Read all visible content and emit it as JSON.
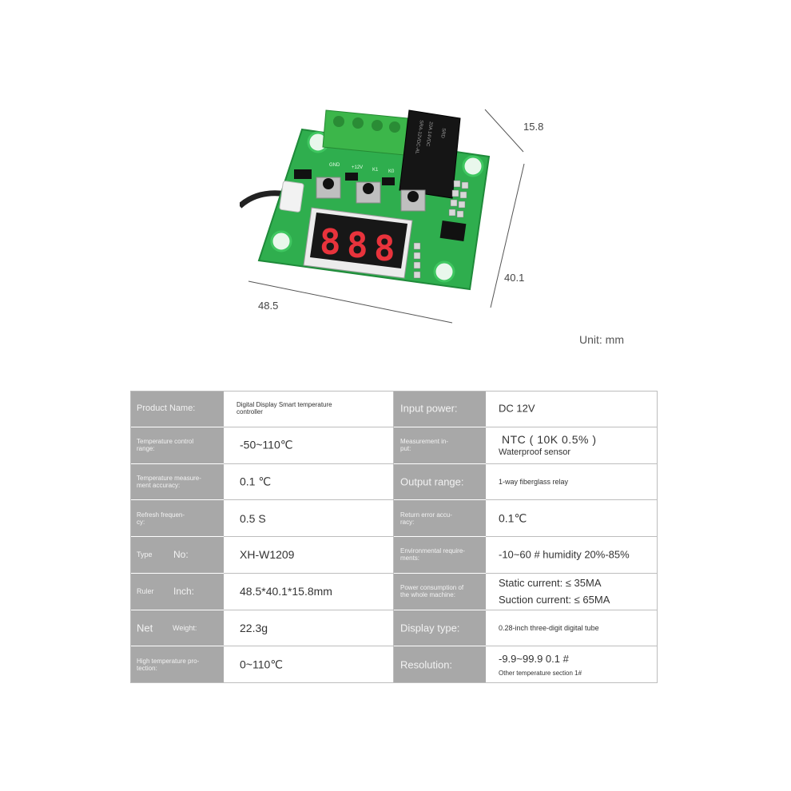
{
  "dimensions": {
    "height": "15.8",
    "depth": "40.1",
    "width": "48.5",
    "unit": "Unit: mm"
  },
  "board": {
    "relay_text_1": "SRA-12VDC-AL",
    "relay_text_2": "20A 14VDC",
    "relay_text_3": "SRD",
    "pin_labels": [
      "GND",
      "+12V",
      "K1",
      "K0"
    ],
    "display_digits": [
      "8",
      "8",
      "8"
    ],
    "display_color": "#e8333c",
    "pcb_color": "#2fae4e"
  },
  "spec": {
    "rows": [
      {
        "l1": [
          "Product Name:"
        ],
        "v1": [
          "Digital Display Smart temperature",
          "controller"
        ],
        "l2": [
          "Input power:"
        ],
        "v2": [
          "DC 12V"
        ]
      },
      {
        "l1": [
          "Temperature control",
          "range:"
        ],
        "v1": [
          "-50~110℃"
        ],
        "l2": [
          "Measurement in-",
          "put:"
        ],
        "v2": [
          "NTC ( 10K 0.5% )",
          "Waterproof sensor"
        ]
      },
      {
        "l1": [
          "Temperature measure-",
          "ment accuracy:"
        ],
        "v1": [
          "0.1 ℃"
        ],
        "l2": [
          "Output range:"
        ],
        "v2": [
          "1-way fiberglass relay"
        ]
      },
      {
        "l1": [
          "Refresh frequen-",
          "cy:"
        ],
        "v1": [
          "0.5 S"
        ],
        "l2": [
          "Return error accu-",
          "racy:"
        ],
        "v2": [
          "0.1℃"
        ]
      },
      {
        "l1": [
          "Type",
          "No:"
        ],
        "v1": [
          "XH-W1209"
        ],
        "l2": [
          "Environmental require-",
          "ments:"
        ],
        "v2": [
          "-10~60 # humidity 20%-85%"
        ]
      },
      {
        "l1": [
          "Ruler",
          "Inch:"
        ],
        "v1": [
          "48.5*40.1*15.8mm"
        ],
        "l2": [
          "Power consumption of",
          "the whole machine:"
        ],
        "v2": [
          "Static current: ≤ 35MA",
          "Suction current: ≤ 65MA"
        ]
      },
      {
        "l1": [
          "Net",
          "Weight:"
        ],
        "v1": [
          "22.3g"
        ],
        "l2": [
          "Display type:"
        ],
        "v2": [
          "0.28-inch three-digit digital tube"
        ]
      },
      {
        "l1": [
          "High temperature pro-",
          "tection:"
        ],
        "v1": [
          "0~110℃"
        ],
        "l2": [
          "Resolution:"
        ],
        "v2": [
          "-9.9~99.9 0.1 #",
          "Other temperature section 1#"
        ]
      }
    ]
  }
}
